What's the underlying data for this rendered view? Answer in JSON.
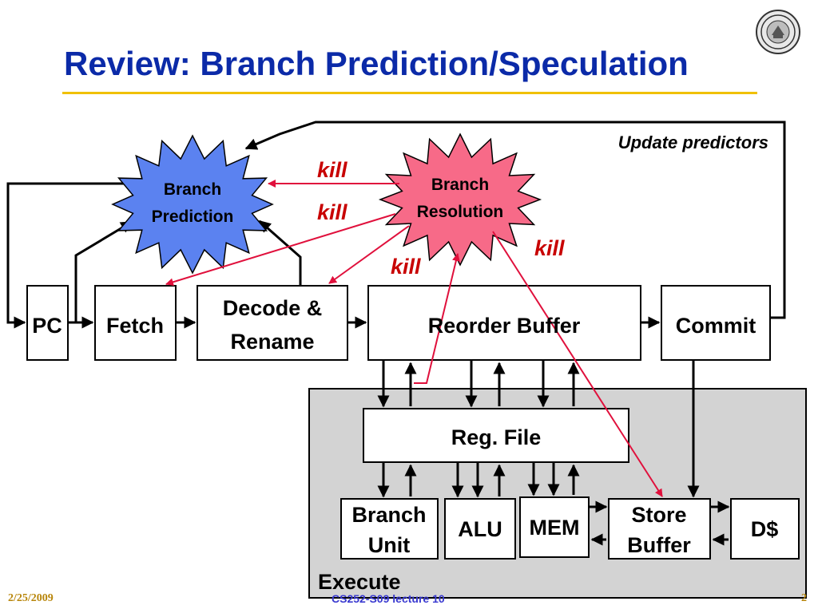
{
  "slide": {
    "title": "Review: Branch Prediction/Speculation",
    "footer": {
      "date": "2/25/2009",
      "course": "CS252-S09 lecture 10",
      "page": "2"
    }
  },
  "diagram": {
    "stars": {
      "branch_prediction": [
        "Branch",
        "Prediction"
      ],
      "branch_resolution": [
        "Branch",
        "Resolution"
      ]
    },
    "pipeline": {
      "pc": "PC",
      "fetch": "Fetch",
      "decode": [
        "Decode &",
        "Rename"
      ],
      "rob": "Reorder Buffer",
      "commit": "Commit"
    },
    "execute": {
      "label": "Execute",
      "reg_file": "Reg. File",
      "branch_unit": [
        "Branch",
        "Unit"
      ],
      "alu": "ALU",
      "mem": "MEM",
      "store_buffer": [
        "Store",
        "Buffer"
      ],
      "dcache": "D$"
    },
    "labels": {
      "update_predictors": "Update predictors",
      "kill": "kill"
    }
  },
  "colors": {
    "title": "#0b2aa8",
    "rule": "#f0c000",
    "prediction_star": "#5b82f0",
    "resolution_star": "#f76a88",
    "kill": "#c80000",
    "execute_bg": "#d3d3d3"
  },
  "icons": {
    "seal": "university-seal-icon"
  }
}
